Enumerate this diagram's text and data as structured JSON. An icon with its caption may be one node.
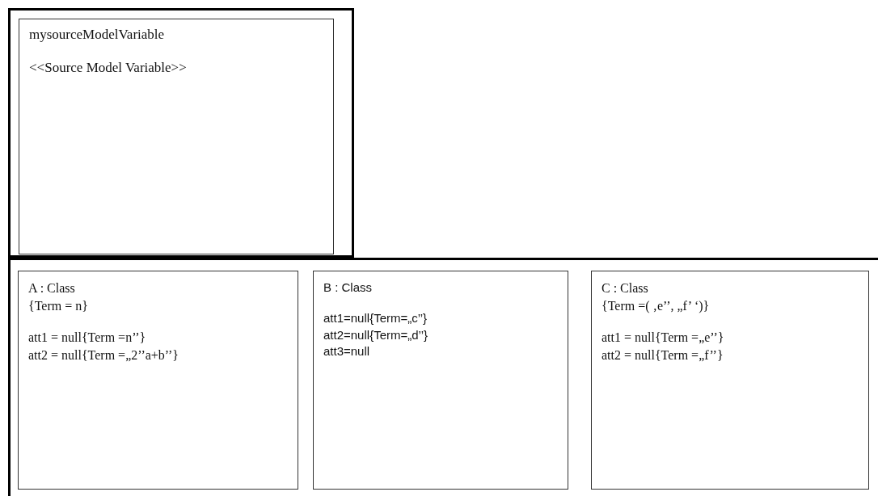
{
  "diagram": {
    "nodes": [
      {
        "text": [],
        "shape": "box"
      },
      {
        "text": [
          "mysourceModelVariable",
          "<<Source Model Variable>>"
        ],
        "in": 0
      },
      {
        "text": [],
        "shape": "box"
      },
      {
        "text": [
          "A : Class",
          "{Term = n}",
          "att1 = null{Term =n’’}",
          "att2 = null{Term =„2’’a+b’’}"
        ],
        "in": 2
      },
      {
        "text": [
          "B : Class",
          "att1=null{Term=„c’’}",
          "att2=null{Term=„d’’}",
          "att3=null"
        ],
        "in": 2
      },
      {
        "text": [
          "C : Class",
          "{Term =( ‚e’’, „f’ ‘)}",
          "att1 = null{Term =„e’’}",
          "att2 = null{Term =„f’’}"
        ],
        "in": 2
      }
    ]
  }
}
